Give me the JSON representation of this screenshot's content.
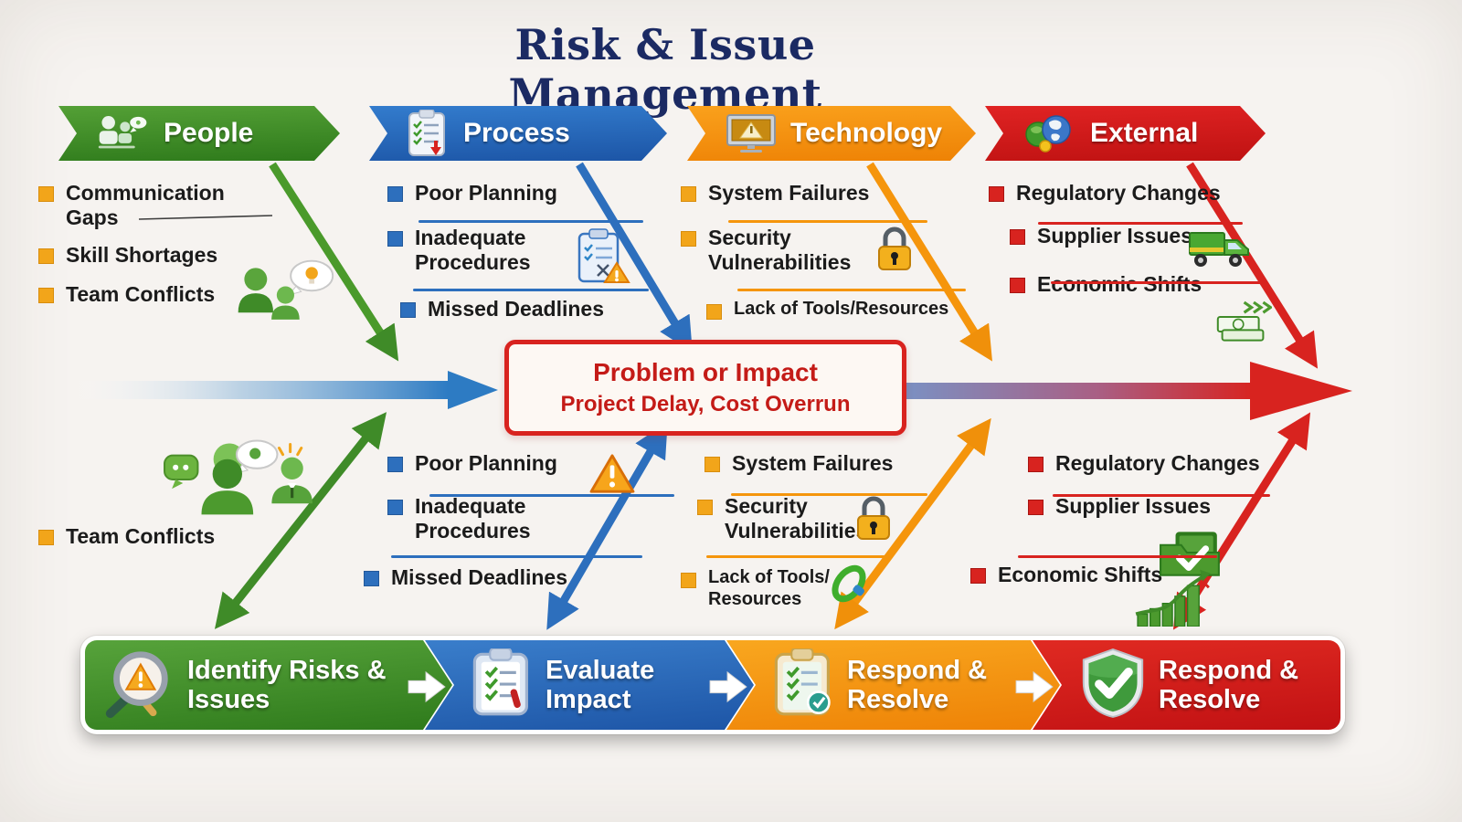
{
  "title": "Risk & Issue Management",
  "problem_box": {
    "title": "Problem or Impact",
    "subtitle": "Project Delay, Cost Overrun"
  },
  "categories": [
    {
      "name": "People",
      "icon": "people-icon",
      "color": "#3f8b28",
      "top_causes": [
        "Communication Gaps",
        "Skill Shortages",
        "Team Conflicts"
      ],
      "bottom_causes": [
        "Team Conflicts"
      ]
    },
    {
      "name": "Process",
      "icon": "clipboard-icon",
      "color": "#2d6fbd",
      "top_causes": [
        "Poor Planning",
        "Inadequate Procedures",
        "Missed Deadlines"
      ],
      "bottom_causes": [
        "Poor Planning",
        "Inadequate Procedures",
        "Missed Deadlines"
      ]
    },
    {
      "name": "Technology",
      "icon": "monitor-warning-icon",
      "color": "#f5950c",
      "top_causes": [
        "System Failures",
        "Security Vulnerabilities",
        "Lack of Tools/Resources"
      ],
      "bottom_causes": [
        "System Failures",
        "Security Vulnerabilities",
        "Lack of Tools/ Resources"
      ]
    },
    {
      "name": "External",
      "icon": "globe-icon",
      "color": "#d8231f",
      "top_causes": [
        "Regulatory Changes",
        "Supplier Issues",
        "Economic Shifts"
      ],
      "bottom_causes": [
        "Regulatory Changes",
        "Supplier Issues",
        "Economic Shifts"
      ]
    }
  ],
  "process_steps": [
    {
      "label": "Identify Risks & Issues",
      "icon": "magnifier-warning-icon",
      "color": "#3f8b28"
    },
    {
      "label": "Evaluate Impact",
      "icon": "clipboard-list-icon",
      "color": "#2d6fbd"
    },
    {
      "label": "Respond & Resolve",
      "icon": "clipboard-check-icon",
      "color": "#f5950c"
    },
    {
      "label": "Respond & Resolve",
      "icon": "shield-check-icon",
      "color": "#d8231f"
    }
  ],
  "colors": {
    "title": "#1b2a63",
    "people": "#3f8b28",
    "process": "#2d6fbd",
    "technology": "#f5950c",
    "external": "#d8231f",
    "problem": "#c41b17",
    "bullet-amber": "#f2a51a",
    "background": "#f6f3f0"
  }
}
